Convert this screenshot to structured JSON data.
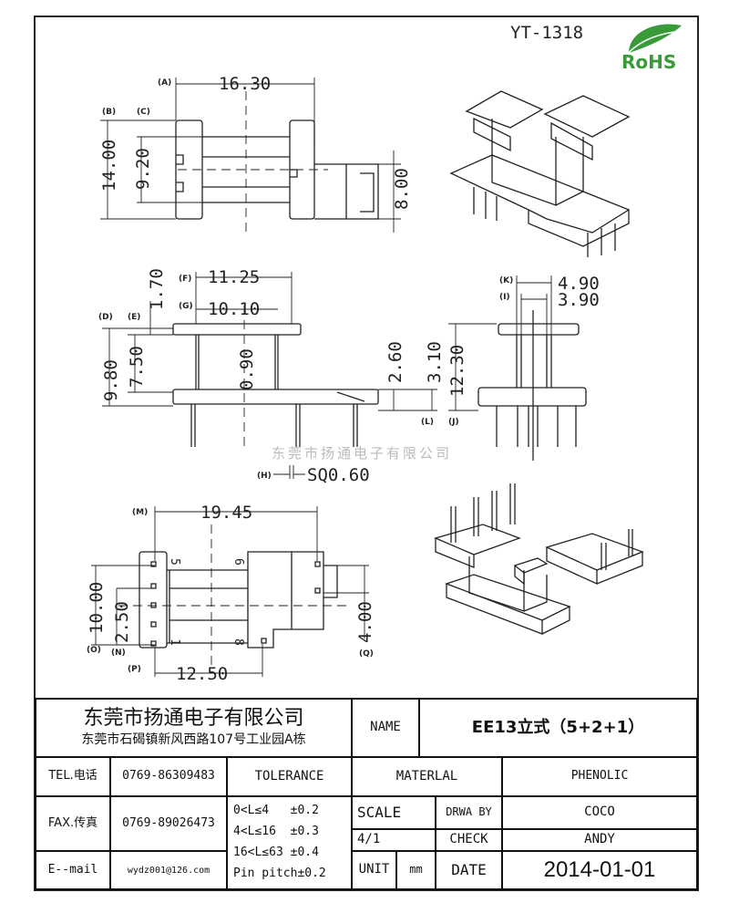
{
  "drawing": {
    "part_number": "YT-1318",
    "rohs_logo": "RoHS",
    "watermark": "东莞市扬通电子有限公司",
    "top_view": {
      "width": "16.30",
      "height": "14.00",
      "inner": "9.20",
      "ext": "8.00",
      "labels": [
        "(A)",
        "(B)",
        "(C)"
      ]
    },
    "front_view": {
      "d1": "11.25",
      "d2": "10.10",
      "d3": "1.70",
      "d4": "9.80",
      "d5": "7.50",
      "d6": "0.90",
      "d7": "2.60",
      "d8": "3.10",
      "pin": "SQ0.60",
      "labels": [
        "(D)",
        "(E)",
        "(F)",
        "(G)",
        "(H)",
        "(L)"
      ]
    },
    "side_view": {
      "d1": "4.90",
      "d2": "3.90",
      "d3": "12.30",
      "labels": [
        "(K)",
        "(I)",
        "(J)"
      ]
    },
    "bottom_view": {
      "d1": "19.45",
      "d2": "12.50",
      "d3": "10.00",
      "d4": "2.50",
      "d5": "4.00",
      "pins": [
        "5",
        "6",
        "1",
        "8"
      ],
      "labels": [
        "(M)",
        "(O)",
        "(N)",
        "(P)",
        "(Q)"
      ]
    }
  },
  "title_block": {
    "company": "东莞市扬通电子有限公司",
    "address": "东莞市石碣镇新风西路107号工业园A栋",
    "name_label": "NAME",
    "name_value": "EE13立式（5+2+1）",
    "tel_label": "TEL.电话",
    "tel_value": "0769-86309483",
    "fax_label": "FAX.传真",
    "fax_value": "0769-89026473",
    "email_label": "E--mail",
    "email_value": "wydz001@126.com",
    "tolerance_label": "TOLERANCE",
    "tolerance_rows": [
      "0<L≤4   ±0.2",
      "4<L≤16  ±0.3",
      "16<L≤63 ±0.4",
      "Pin pitch±0.2"
    ],
    "material_label": "MATERLAL",
    "material_value": "PHENOLIC",
    "scale_label": "SCALE",
    "scale_value": "4/1",
    "drawn_label": "DRWA BY",
    "drawn_value": "COCO",
    "check_label": "CHECK",
    "check_value": "ANDY",
    "unit_label": "UNIT",
    "unit_value": "mm",
    "date_label": "DATE",
    "date_value": "2014-01-01"
  }
}
